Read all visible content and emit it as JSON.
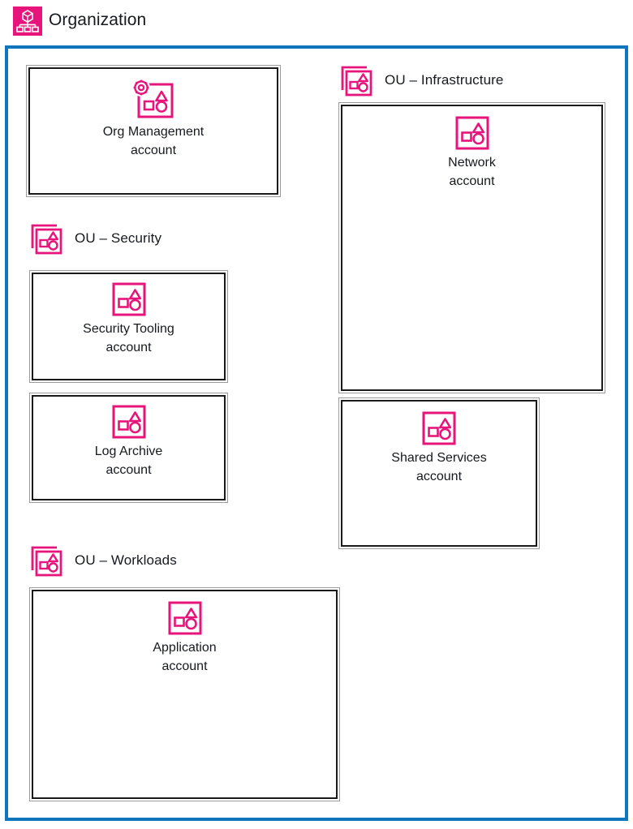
{
  "header": {
    "title": "Organization",
    "logo_icon": "organization-tree-icon",
    "logo_color": "#E7157B"
  },
  "theme": {
    "accent_pink": "#E7157B",
    "boundary_blue": "#0F76BE",
    "box_border": "#1a1a1a",
    "text": "#16191f",
    "background": "#ffffff"
  },
  "organization": {
    "boundary_label": "Organization",
    "accounts": [
      {
        "id": "org-management",
        "icon": "management-account-icon",
        "name": "Org Management",
        "type": "account"
      }
    ],
    "ous": [
      {
        "id": "security",
        "icon": "ou-icon",
        "label": "OU – Security",
        "accounts": [
          {
            "id": "security-tooling",
            "icon": "account-icon",
            "name": "Security Tooling",
            "type": "account"
          },
          {
            "id": "log-archive",
            "icon": "account-icon",
            "name": "Log Archive",
            "type": "account"
          }
        ]
      },
      {
        "id": "workloads",
        "icon": "ou-icon",
        "label": "OU – Workloads",
        "accounts": [
          {
            "id": "application",
            "icon": "account-icon",
            "name": "Application",
            "type": "account"
          }
        ]
      },
      {
        "id": "infrastructure",
        "icon": "ou-icon",
        "label": "OU – Infrastructure",
        "accounts": [
          {
            "id": "network",
            "icon": "account-icon",
            "name": "Network",
            "type": "account"
          },
          {
            "id": "shared-services",
            "icon": "account-icon",
            "name": "Shared Services",
            "type": "account"
          }
        ]
      }
    ]
  }
}
